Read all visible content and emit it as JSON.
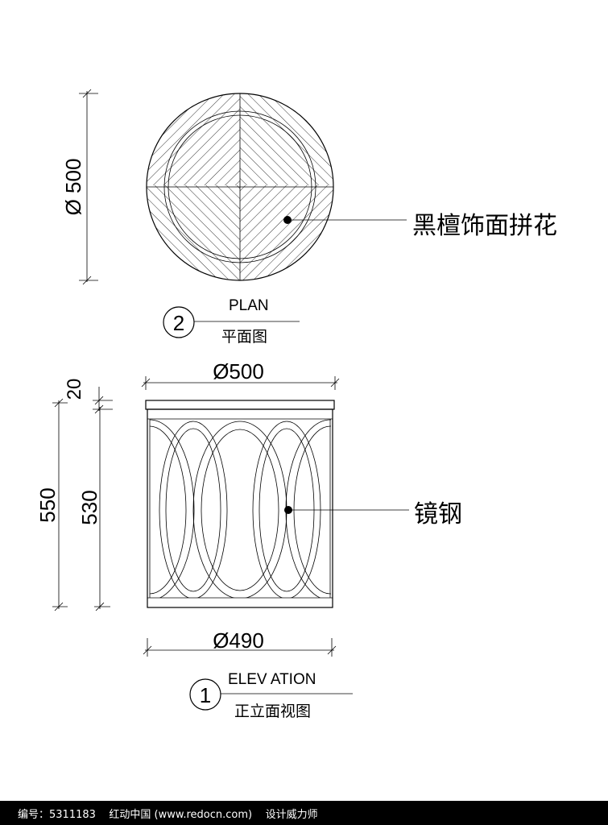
{
  "plan": {
    "diameter_dim": "Ø 500",
    "callout_label": "黑檀饰面拼花",
    "view_number": "2",
    "view_title": "PLAN",
    "view_subtitle": "平面图"
  },
  "elevation": {
    "top_width_dim": "Ø500",
    "bottom_width_dim": "Ø490",
    "dim_top_thickness": "20",
    "dim_total_height": "550",
    "dim_body_height": "530",
    "callout_label": "镜钢",
    "view_number": "1",
    "view_title": "ELEV ATION",
    "view_subtitle": "正立面视图"
  },
  "footer": {
    "text": "编号：5311183    红动中国 (www.redocn.com)    设计威力师"
  }
}
